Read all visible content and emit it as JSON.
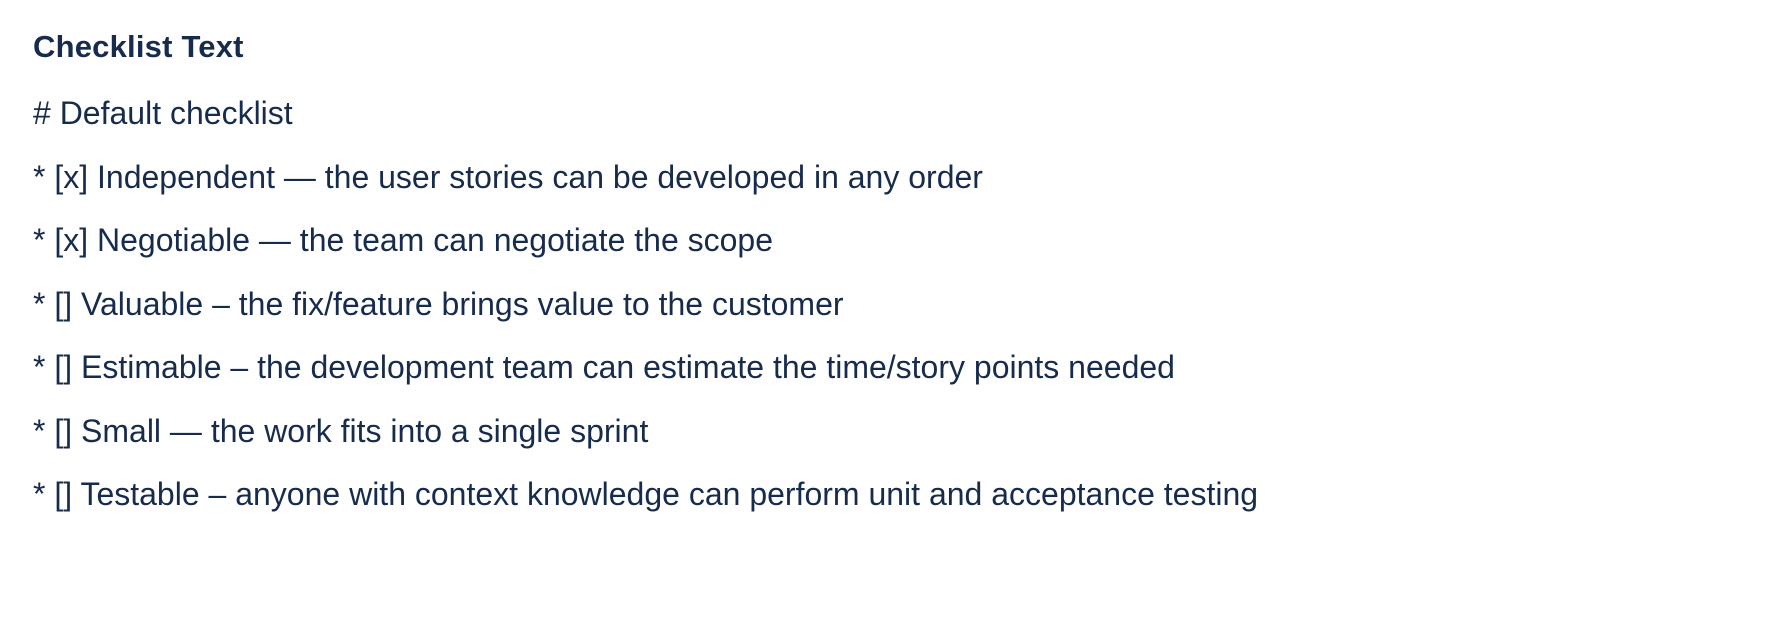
{
  "page": {
    "background_color": "#ffffff",
    "text_color": "#172B4D"
  },
  "field": {
    "label": "Checklist Text",
    "lines": [
      "# Default checklist",
      "* [x] Independent — the user stories can be developed in any order",
      "* [x] Negotiable — the team can negotiate the scope",
      "* [] Valuable – the fix/feature brings value to the customer",
      "* [] Estimable – the development team can estimate the time/story points needed",
      "* [] Small — the work fits into a single sprint",
      "* [] Testable – anyone with context knowledge can perform unit and acceptance testing"
    ]
  }
}
